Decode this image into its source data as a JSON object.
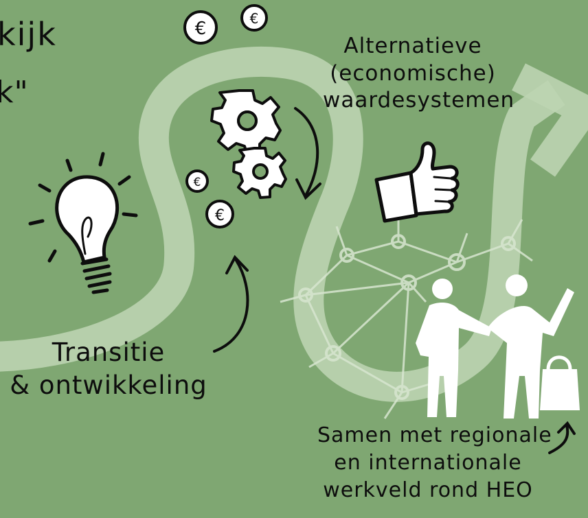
{
  "texts": {
    "kijk": "kijk",
    "quote": "k\"",
    "alternatieve": [
      "Alternatieve",
      "(economische)",
      "waardesystemen"
    ],
    "transitie": [
      "Transitie",
      "& ontwikkeling"
    ],
    "samen": [
      "Samen met regionale",
      "en internationale",
      "werkveld rond HEO"
    ]
  },
  "icons": {
    "coin_symbol": "€",
    "names": [
      "euro-coin-icon",
      "gears-icon",
      "lightbulb-icon",
      "thumbs-up-icon",
      "network-icon",
      "people-icon",
      "bag-icon",
      "arrow-icon"
    ]
  },
  "colors": {
    "background": "#7fa772",
    "path": "#bcd4b1",
    "ink": "#0d0d0d",
    "white": "#ffffff"
  }
}
